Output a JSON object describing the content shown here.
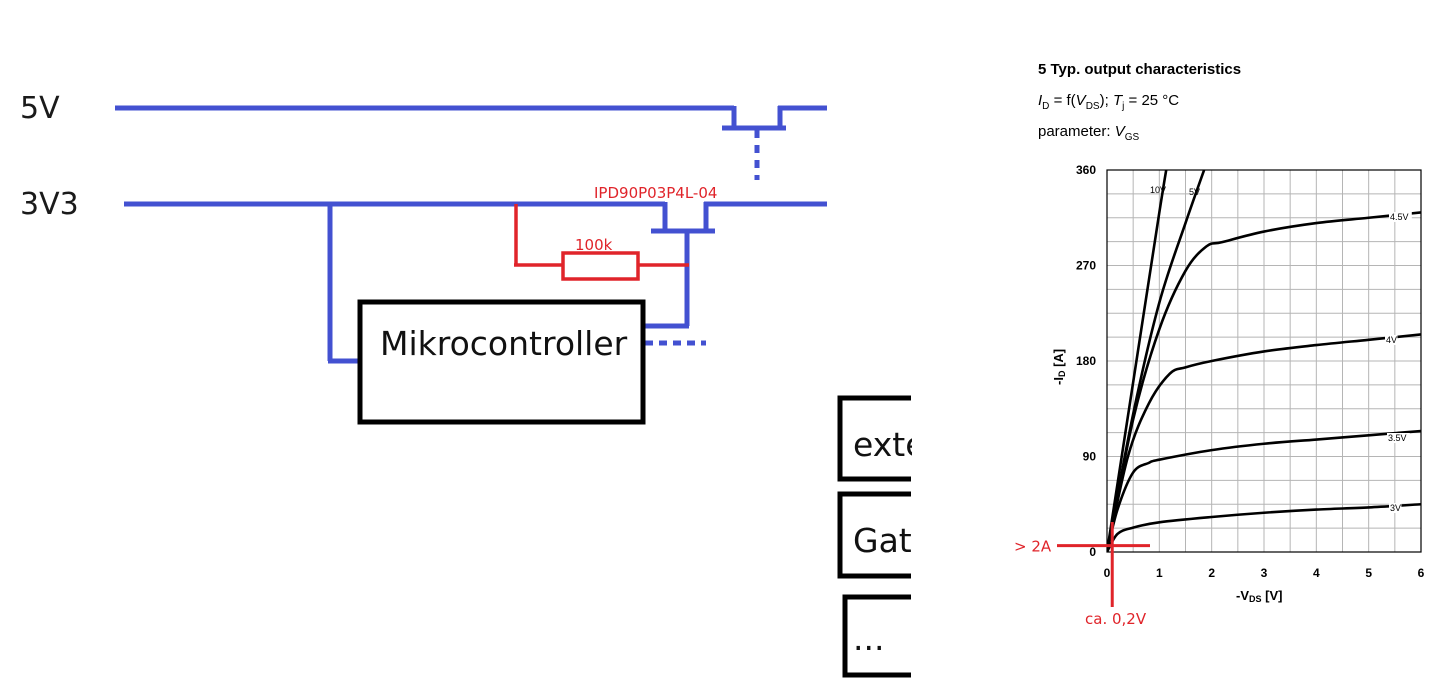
{
  "circuit": {
    "rail_5v_label": "5V",
    "rail_3v3_label": "3V3",
    "mosfet_label": "IPD90P03P4L-04",
    "resistor_label": "100k",
    "mcu_label": "Mikrocontroller",
    "box_labels": [
      "exte",
      "Gat",
      "..."
    ],
    "colors": {
      "wire": "#4351d1",
      "red": "#e0242a",
      "black": "#000000"
    }
  },
  "datasheet": {
    "title": "5 Typ. output characteristics",
    "formula": {
      "i": "I",
      "i_sub": "D",
      "eq": " = f(",
      "v": "V",
      "v_sub": "DS",
      "close": ");  ",
      "t": "T",
      "t_sub": "j",
      "tail": " = 25 °C"
    },
    "parameter": {
      "prefix": "parameter: ",
      "v": "V",
      "v_sub": "GS"
    }
  },
  "chart_data": {
    "type": "line",
    "xlabel": {
      "prefix": "-V",
      "sub": "DS",
      "suffix": " [V]"
    },
    "ylabel": {
      "prefix": "-I",
      "sub": "D",
      "suffix": " [A]"
    },
    "xlim": [
      0,
      6
    ],
    "ylim": [
      0,
      360
    ],
    "x_ticks": [
      "0",
      "1",
      "2",
      "3",
      "4",
      "5",
      "6"
    ],
    "y_ticks": [
      "0",
      "90",
      "180",
      "270",
      "360"
    ],
    "grid": true,
    "series": [
      {
        "name": "10V",
        "x": [
          0,
          0.5,
          1.0,
          1.2
        ],
        "y": [
          0,
          160,
          320,
          380
        ]
      },
      {
        "name": "5V",
        "x": [
          0,
          0.5,
          1.0,
          1.5,
          2.0
        ],
        "y": [
          0,
          130,
          235,
          310,
          380
        ]
      },
      {
        "name": "4.5V",
        "x": [
          0,
          0.5,
          1.0,
          1.5,
          1.9,
          2.2,
          3.0,
          4.0,
          5.0,
          6.0
        ],
        "y": [
          0,
          125,
          210,
          265,
          288,
          292,
          302,
          310,
          315,
          320
        ]
      },
      {
        "name": "4V",
        "x": [
          0,
          0.4,
          0.8,
          1.2,
          1.5,
          2.0,
          3.0,
          4.0,
          5.0,
          6.0
        ],
        "y": [
          0,
          90,
          140,
          168,
          174,
          180,
          189,
          195,
          200,
          205
        ]
      },
      {
        "name": "3.5V",
        "x": [
          0,
          0.2,
          0.5,
          0.8,
          1.0,
          2.0,
          3.0,
          4.0,
          5.0,
          6.0
        ],
        "y": [
          0,
          40,
          75,
          84,
          87,
          96,
          102,
          106,
          110,
          114
        ]
      },
      {
        "name": "3V",
        "x": [
          0,
          0.2,
          0.5,
          1.0,
          2.0,
          3.0,
          4.0,
          5.0,
          6.0
        ],
        "y": [
          0,
          17,
          23,
          28,
          33,
          37,
          40,
          42,
          45
        ]
      }
    ],
    "annotations": {
      "current": "> 2A",
      "voltage": "ca. 0,2V",
      "marker_x": 0.1,
      "marker_y": 6
    }
  }
}
